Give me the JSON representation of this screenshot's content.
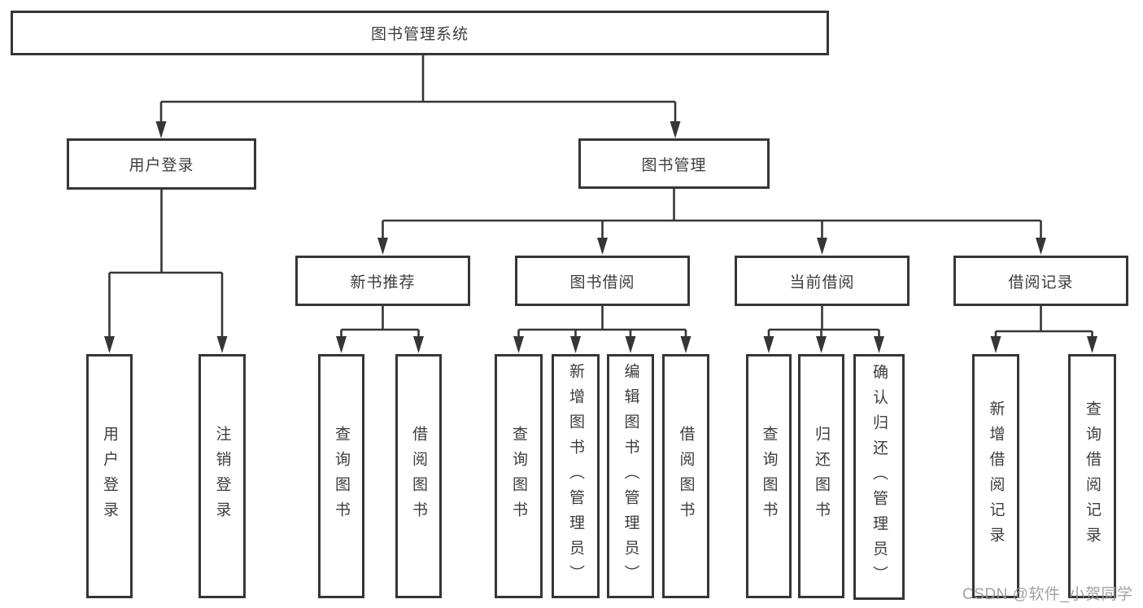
{
  "tree": {
    "label": "图书管理系统",
    "children": [
      {
        "label": "用户登录",
        "children": [
          {
            "label": "用户登录"
          },
          {
            "label": "注销登录"
          }
        ]
      },
      {
        "label": "图书管理",
        "children": [
          {
            "label": "新书推荐",
            "children": [
              {
                "label": "查询图书"
              },
              {
                "label": "借阅图书"
              }
            ]
          },
          {
            "label": "图书借阅",
            "children": [
              {
                "label": "查询图书"
              },
              {
                "label": "新增图书（管理员）"
              },
              {
                "label": "编辑图书（管理员）"
              },
              {
                "label": "借阅图书"
              }
            ]
          },
          {
            "label": "当前借阅",
            "children": [
              {
                "label": "查询图书"
              },
              {
                "label": "归还图书"
              },
              {
                "label": "确认归还（管理员）"
              }
            ]
          },
          {
            "label": "借阅记录",
            "children": [
              {
                "label": "新增借阅记录"
              },
              {
                "label": "查询借阅记录"
              }
            ]
          }
        ]
      }
    ]
  },
  "watermark": {
    "text": "CSDN @软件_小贺同学"
  },
  "colors": {
    "line": "#363636",
    "node_border": "#363636",
    "node_text": "#3d3d3d",
    "background": "#ffffff",
    "watermark": "#999999"
  }
}
